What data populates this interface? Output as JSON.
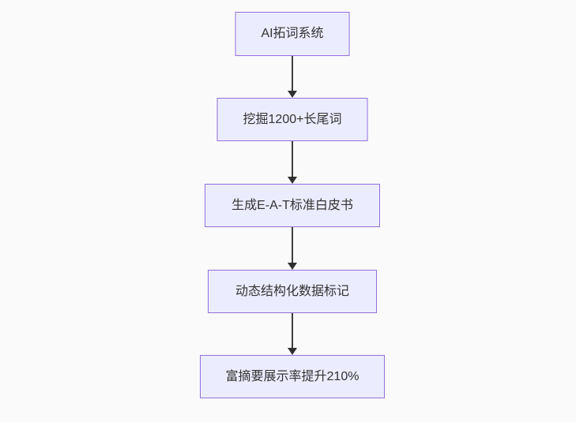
{
  "page": {
    "background_color": "#fafafa"
  },
  "diagram": {
    "type": "flowchart",
    "direction": "top-down",
    "node_fill_color": "#ECECFF",
    "node_border_color": "#9370DB",
    "node_text_color": "#333333",
    "arrow_color": "#333333",
    "nodes": [
      {
        "id": "n1",
        "label": "AI拓词系统"
      },
      {
        "id": "n2",
        "label": "挖掘1200+长尾词"
      },
      {
        "id": "n3",
        "label": "生成E-A-T标准白皮书"
      },
      {
        "id": "n4",
        "label": "动态结构化数据标记"
      },
      {
        "id": "n5",
        "label": "富摘要展示率提升210%"
      }
    ],
    "edges": [
      {
        "from": "n1",
        "to": "n2"
      },
      {
        "from": "n2",
        "to": "n3"
      },
      {
        "from": "n3",
        "to": "n4"
      },
      {
        "from": "n4",
        "to": "n5"
      }
    ]
  }
}
